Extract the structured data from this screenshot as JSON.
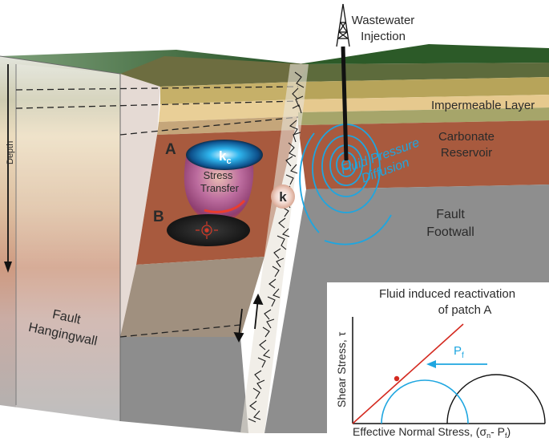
{
  "labels": {
    "wastewater_line1": "Wastewater",
    "wastewater_line2": "Injection",
    "impermeable": "Impermeable Layer",
    "carbonate_line1": "Carbonate",
    "carbonate_line2": "Reservoir",
    "fluid_line1": "Fluid Pressure",
    "fluid_line2": "Diffusion",
    "fault_foot_line1": "Fault",
    "fault_foot_line2": "Footwall",
    "fault_hang_line1": "Fault",
    "fault_hang_line2": "Hangingwall",
    "depth": "Depth",
    "patch_a": "A",
    "patch_b": "B",
    "kc_main": "k",
    "kc_sub": "c",
    "k": "k",
    "stress_line1": "Stress",
    "stress_line2": "Transfer"
  },
  "inset": {
    "title_line1": "Fluid induced reactivation",
    "title_line2": "of patch A",
    "ylabel": "Shear Stress, τ",
    "xlabel_main": "Effective Normal Stress, (σ",
    "xlabel_sub1": "n",
    "xlabel_mid": "- P",
    "xlabel_sub2": "f",
    "xlabel_end": ")",
    "pf_main": "P",
    "pf_sub": "f"
  },
  "colors": {
    "surface_green": "#2e5e2a",
    "reservoir": "#a85a3e",
    "basement": "#8e8e8e",
    "fluid_blue": "#1ea6e0",
    "failure_line": "#d42a20"
  }
}
